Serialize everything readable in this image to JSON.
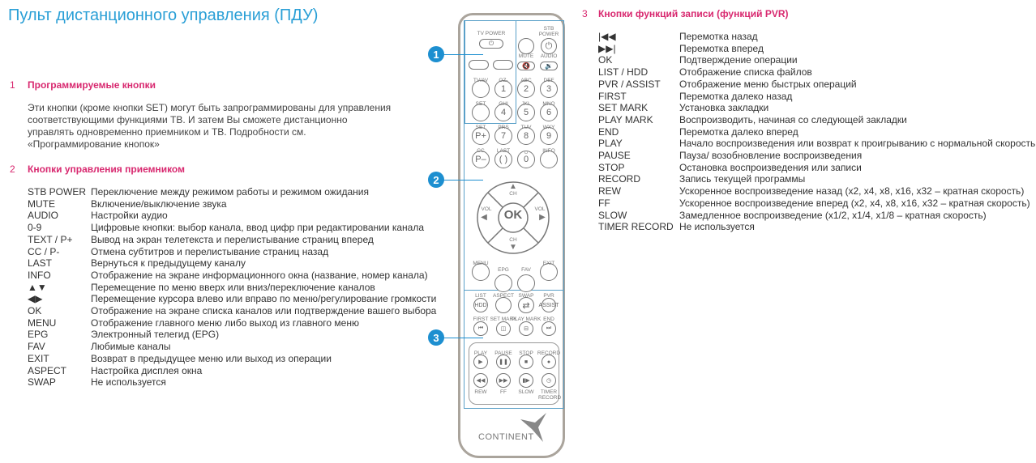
{
  "title": "Пульт дистанционного управления (ПДУ)",
  "sections": [
    {
      "num": "1",
      "heading": "Программируемые кнопки",
      "text": "Эти кнопки (кроме кнопки SET) могут быть запрограммированы для управления соответствующими функциями ТВ. И затем Вы сможете дистанционно управлять одновременно приемником и ТВ. Подробности см. «Программирование кнопок»"
    },
    {
      "num": "2",
      "heading": "Кнопки управления приемником",
      "rows": [
        {
          "key": "STB POWER",
          "desc": "Переключение между режимом работы и режимом ожидания"
        },
        {
          "key": "MUTE",
          "desc": "Включение/выключение звука"
        },
        {
          "key": "AUDIO",
          "desc": "Настройки аудио"
        },
        {
          "key": "0-9",
          "desc": "Цифровые кнопки: выбор канала, ввод цифр при редактировании канала"
        },
        {
          "key": "TEXT / P+",
          "desc": "Вывод на экран телетекста и перелистывание страниц вперед"
        },
        {
          "key": "CC / P-",
          "desc": "Отмена субтитров и перелистывание страниц назад"
        },
        {
          "key": "LAST",
          "desc": "Вернуться к предыдущему каналу"
        },
        {
          "key": "INFO",
          "desc": "Отображение на экране информационного окна (название, номер канала)"
        },
        {
          "key": "▲▼",
          "desc": "Перемещение по меню вверх или вниз/переключение каналов"
        },
        {
          "key": "◀▶",
          "desc": "Перемещение курсора влево или вправо по меню/регулирование громкости"
        },
        {
          "key": "OK",
          "desc": "Отображение на экране списка каналов или подтверждение вашего выбора"
        },
        {
          "key": "MENU",
          "desc": "Отображение главного меню либо выход из главного меню"
        },
        {
          "key": "EPG",
          "desc": "Электронный телегид (EPG)"
        },
        {
          "key": "FAV",
          "desc": "Любимые каналы"
        },
        {
          "key": "EXIT",
          "desc": "Возврат в предыдущее меню или выход из операции"
        },
        {
          "key": "ASPECT",
          "desc": "Настройка дисплея окна"
        },
        {
          "key": "SWAP",
          "desc": "Не используется"
        }
      ]
    },
    {
      "num": "3",
      "heading": "Кнопки функций записи (функций PVR)",
      "rows": [
        {
          "key": "|◀◀",
          "desc": "Перемотка назад"
        },
        {
          "key": "▶▶|",
          "desc": "Перемотка вперед"
        },
        {
          "key": "OK",
          "desc": "Подтверждение операции"
        },
        {
          "key": "LIST / HDD",
          "desc": "Отображение списка файлов"
        },
        {
          "key": "PVR / ASSIST",
          "desc": "Отображение меню быстрых операций"
        },
        {
          "key": "FIRST",
          "desc": "Перемотка далеко назад"
        },
        {
          "key": "SET MARK",
          "desc": "Установка закладки"
        },
        {
          "key": "PLAY MARK",
          "desc": "Воспроизводить, начиная со следующей закладки"
        },
        {
          "key": "END",
          "desc": "Перемотка далеко вперед"
        },
        {
          "key": "PLAY",
          "desc": "Начало воспроизведения или возврат к проигрыванию с нормальной скоростью"
        },
        {
          "key": "PAUSE",
          "desc": "Пауза/ возобновление воспроизведения"
        },
        {
          "key": "STOP",
          "desc": "Остановка воспроизведения или записи"
        },
        {
          "key": "RECORD",
          "desc": "Запись текущей программы"
        },
        {
          "key": "REW",
          "desc": "Ускоренное воспроизведение назад (x2, x4, x8, x16, x32 – кратная скорость)"
        },
        {
          "key": "FF",
          "desc": "Ускоренное воспроизведение вперед (x2, x4, x8, x16, x32 – кратная скорость)"
        },
        {
          "key": "SLOW",
          "desc": "Замедленное воспроизведение (x1/2, x1/4, x1/8 – кратная скорость)"
        },
        {
          "key": "TIMER RECORD",
          "desc": "Не используется"
        }
      ]
    }
  ],
  "remote": {
    "brand": "CONTINENT",
    "callouts": [
      "1",
      "2",
      "3"
    ],
    "labels": {
      "tv_power": "TV POWER",
      "stb_power": "STB POWER",
      "mute": "MUTE",
      "audio": "AUDIO",
      "tvav": "TV/AV",
      "oz": "OZ-",
      "abc": "ABC",
      "def": "DEF",
      "set": "SET",
      "ghi": "GHI",
      "jkl": "JKL",
      "mno": "MNO",
      "set2": "SET",
      "prs": "PRS",
      "tuv": "TUV",
      "wxy": "WXY",
      "cc": "CC",
      "last": "LAST",
      "space": "␣",
      "info": "INFO",
      "ch_up": "CH",
      "ch_down": "CH",
      "vol_l": "VOL",
      "vol_r": "VOL",
      "menu": "MENU",
      "epg": "EPG",
      "fav": "FAV",
      "exit": "EXIT",
      "list": "LIST",
      "aspect": "ASPECT",
      "swap": "SWAP",
      "pvr": "PVR",
      "first": "FIRST",
      "setmark": "SET MARK",
      "playmark": "PLAY MARK",
      "end": "END",
      "play": "PLAY",
      "pause": "PAUSE",
      "stop": "STOP",
      "record": "RECORD",
      "rew": "REW",
      "ff": "FF",
      "slow": "SLOW",
      "timer": "TIMER RECORD"
    },
    "glyphs": {
      "power": "⏻",
      "mute": "🔇",
      "audio": "🔉",
      "d1": "1",
      "d2": "2",
      "d3": "3",
      "d4": "4",
      "d5": "5",
      "d6": "6",
      "d7": "7",
      "d8": "8",
      "d9": "9",
      "d0": "0",
      "pplus": "P+",
      "pminus": "P–",
      "last": "( )",
      "ok": "OK",
      "up": "▲",
      "down": "▼",
      "left": "◀",
      "right": "▶",
      "hdd": "HDD",
      "swap": "⇄",
      "assist": "ASSIST",
      "first": "⏮",
      "setmark": "◫",
      "playmark": "⊟",
      "end": "⏭",
      "play": "▶",
      "pause": "❚❚",
      "stop": "■",
      "record": "●",
      "rew": "◀◀",
      "ff": "▶▶",
      "slow": "▮▶",
      "timer": "◷"
    }
  },
  "colors": {
    "title": "#2a9fd6",
    "heading": "#d8286f",
    "callout": "#1d8fd0"
  }
}
